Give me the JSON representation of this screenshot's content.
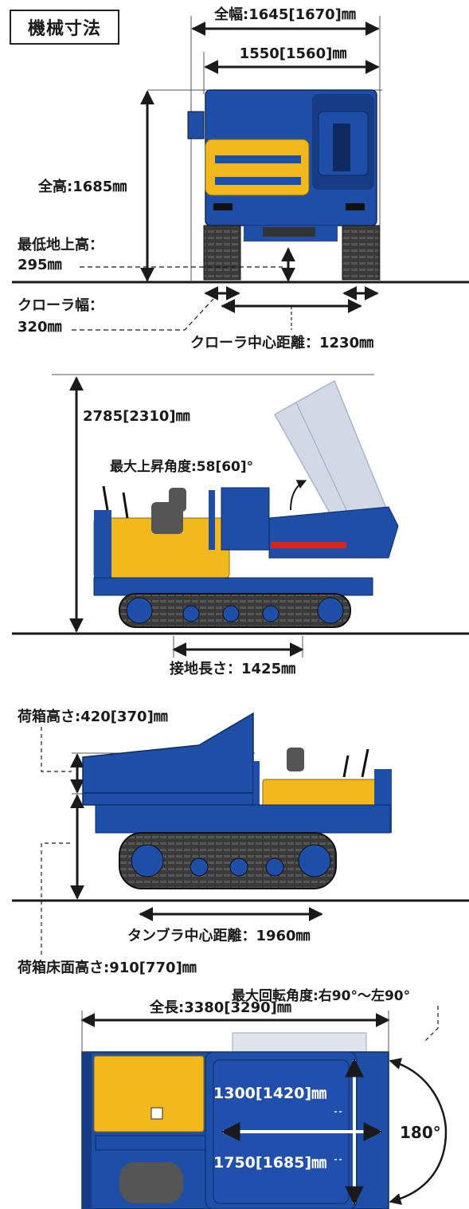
{
  "title": "機械寸法",
  "colors": {
    "body_blue": "#1e4fa8",
    "body_blue_dark": "#173c86",
    "cab_yellow": "#f2b81c",
    "track_gray": "#3a3a3a",
    "line": "#1a1a1a",
    "ghost": "#c9d3e3",
    "red_cylinder": "#d9261c"
  },
  "front_view": {
    "overall_width": "全幅:1645[1670]㎜",
    "width_inner": "1550[1560]㎜",
    "overall_height": "全高:1685㎜",
    "ground_clearance_label": "最低地上高：",
    "ground_clearance_value": "295㎜",
    "crawler_width_label": "クローラ幅：",
    "crawler_width_value": "320㎜",
    "crawler_center": "クローラ中心距離：1230㎜"
  },
  "side_view_dump": {
    "max_height": "2785[2310]㎜",
    "max_raise_angle": "最大上昇角度:58[60]°",
    "ground_contact": "接地長さ：1425㎜"
  },
  "side_view": {
    "box_height": "荷箱高さ:420[370]㎜",
    "tumbler_center": "タンブラ中心距離：1960㎜",
    "box_floor_height": "荷箱床面高さ:910[770]㎜"
  },
  "top_view": {
    "max_rotation": "最大回転角度:右90°～左90°",
    "overall_length": "全長:3380[3290]㎜",
    "box_width": "1300[1420]㎜",
    "box_length": "1750[1685]㎜",
    "rotation": "180°"
  }
}
